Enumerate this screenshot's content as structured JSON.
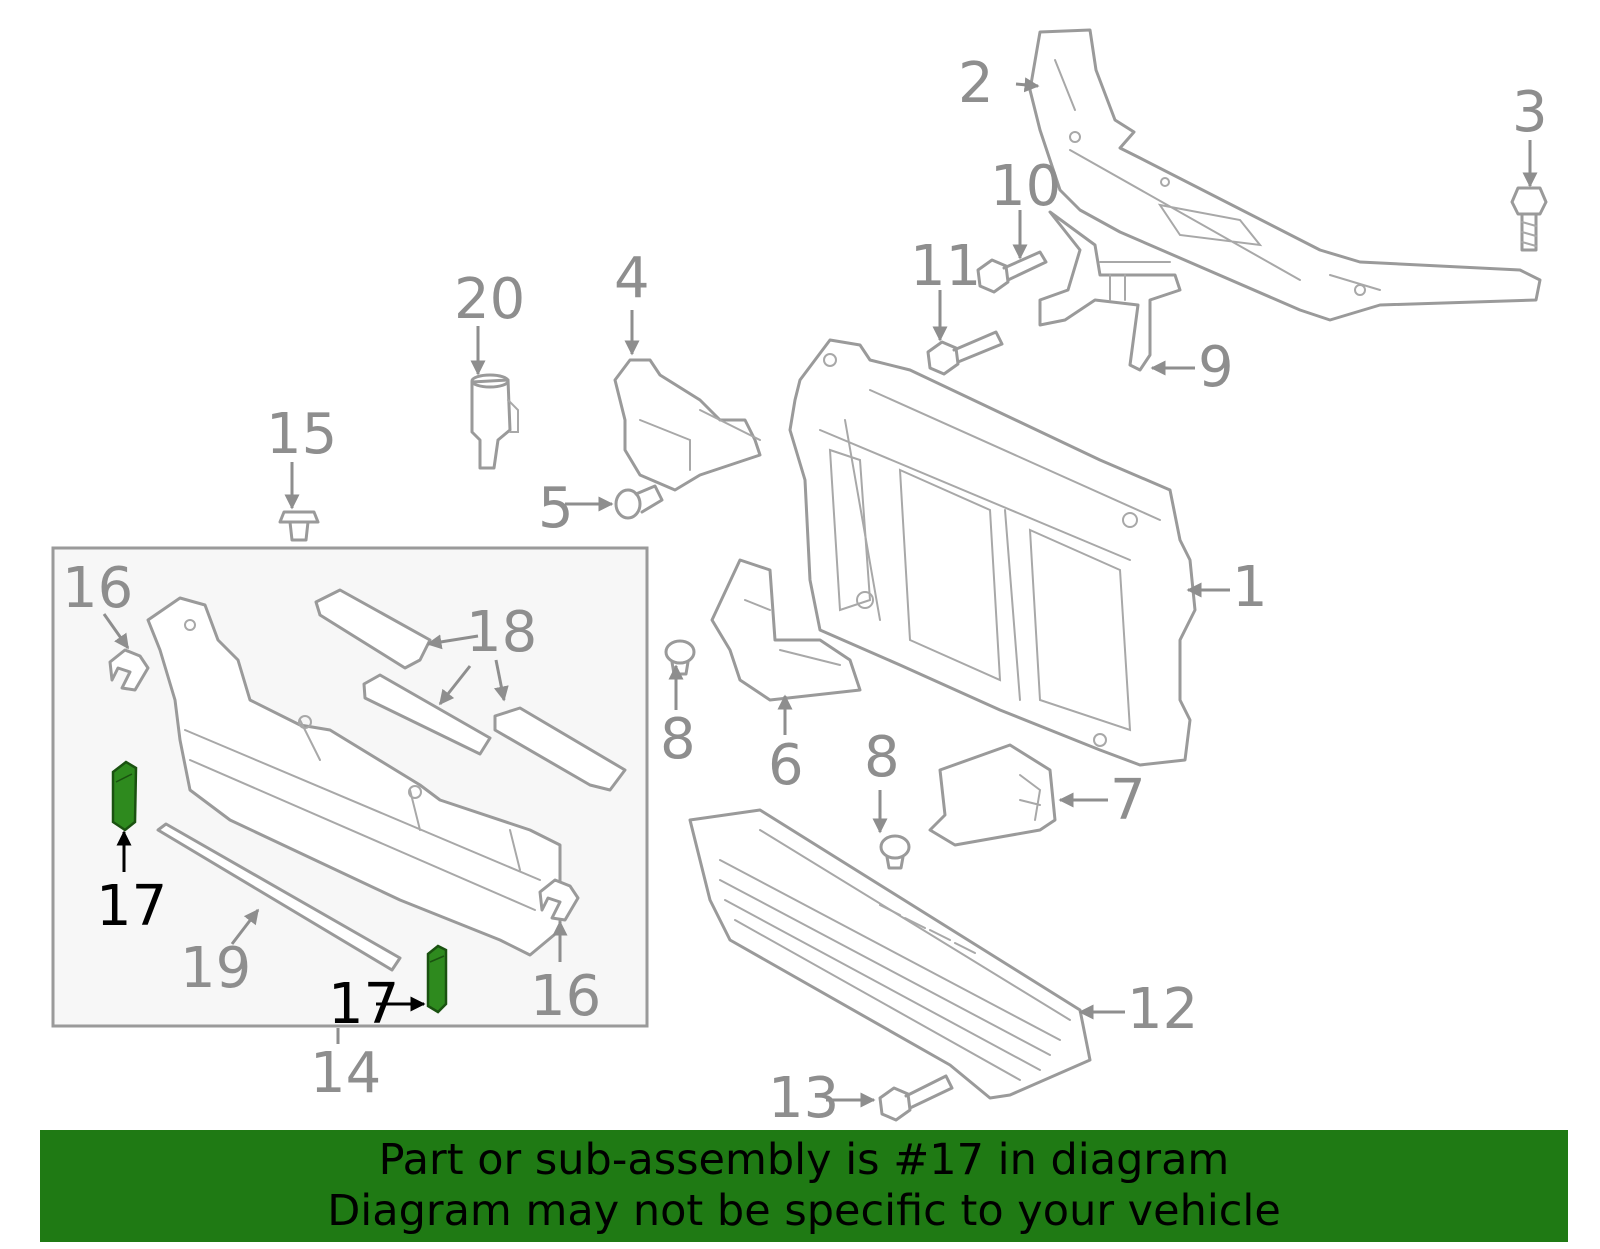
{
  "callouts": {
    "c1": "1",
    "c2": "2",
    "c3": "3",
    "c4": "4",
    "c5": "5",
    "c6": "6",
    "c7": "7",
    "c8a": "8",
    "c8b": "8",
    "c9": "9",
    "c10": "10",
    "c11": "11",
    "c12": "12",
    "c13": "13",
    "c14": "14",
    "c15": "15",
    "c16a": "16",
    "c16b": "16",
    "c17a": "17",
    "c17b": "17",
    "c18": "18",
    "c19": "19",
    "c20": "20"
  },
  "highlighted_part": "17",
  "colors": {
    "banner": "#1f7a14",
    "highlight": "#2e8a1e",
    "parts": "#9a9a9a",
    "inset_bg": "#f7f7f7"
  },
  "banner": {
    "line1": "Part or sub-assembly is #17 in diagram",
    "line2": "Diagram may not be specific to your vehicle"
  }
}
